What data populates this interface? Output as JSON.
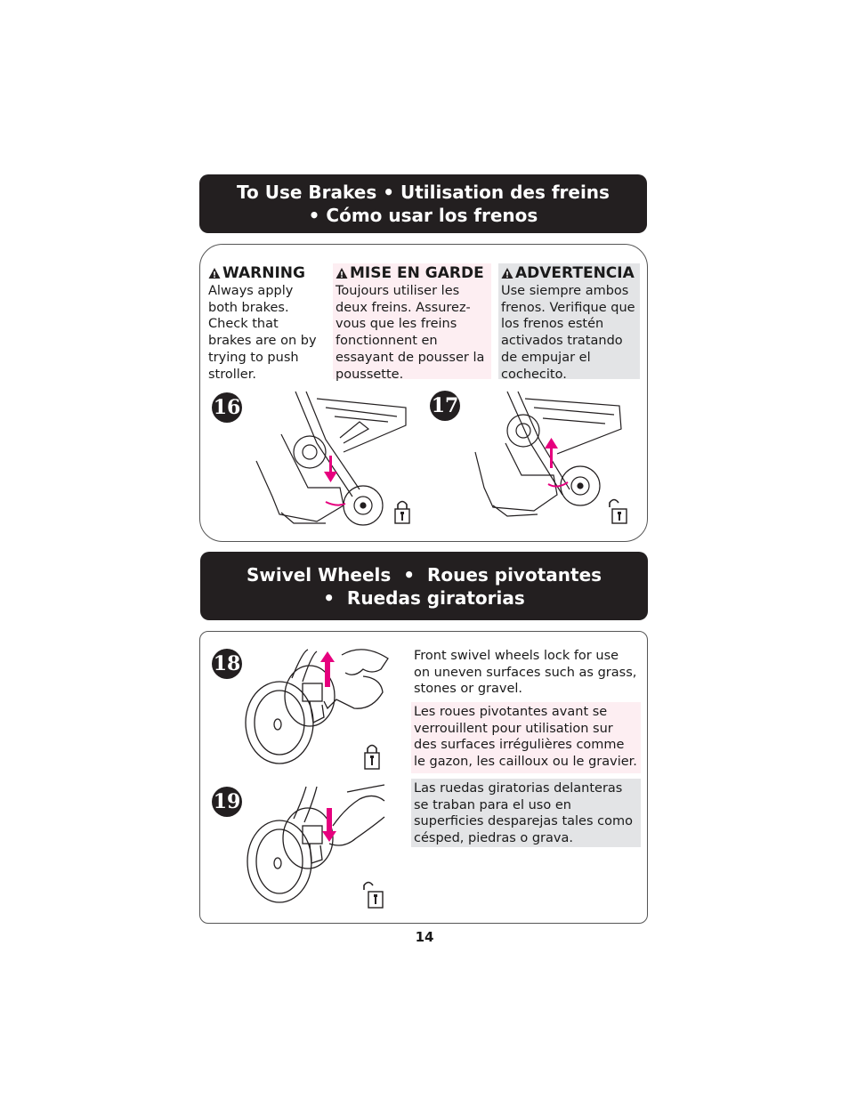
{
  "brakes": {
    "title_line1": "To Use Brakes • Utilisation des freins",
    "title_line2": "• Cómo usar los frenos",
    "warnings": [
      {
        "heading": "WARNING",
        "text": "Always apply both brakes. Check that brakes are on by trying to push stroller."
      },
      {
        "heading": "MISE EN GARDE",
        "text": "Toujours utiliser les deux freins. Assurez-vous que les freins fonctionnent en essayant de pousser la poussette."
      },
      {
        "heading": "ADVERTENCIA",
        "text": "Use siempre ambos frenos. Verifique que los frenos estén activados tratando de empujar el cochecito."
      }
    ],
    "steps": [
      "16",
      "17"
    ]
  },
  "swivel": {
    "title_line1": "Swivel Wheels  •  Roues pivotantes",
    "title_line2": "•  Ruedas giratorias",
    "steps": [
      "18",
      "19"
    ],
    "text_en": "Front swivel wheels lock for use on uneven surfaces such as grass, stones or gravel.",
    "text_fr": "Les roues pivotantes avant se verrouillent pour utilisation sur des surfaces irrégulières comme le gazon, les cailloux ou le gravier.",
    "text_es": "Las ruedas giratorias delanteras se traban para el uso en superficies desparejas tales como césped, piedras o grava."
  },
  "page_number": "14",
  "colors": {
    "banner": "#231f20",
    "pink_box": "#fdeef2",
    "gray_box": "#e3e4e6",
    "arrow": "#e6007e"
  },
  "icons": [
    "warning-triangle-icon",
    "padlock-locked-icon",
    "padlock-unlocked-icon"
  ]
}
